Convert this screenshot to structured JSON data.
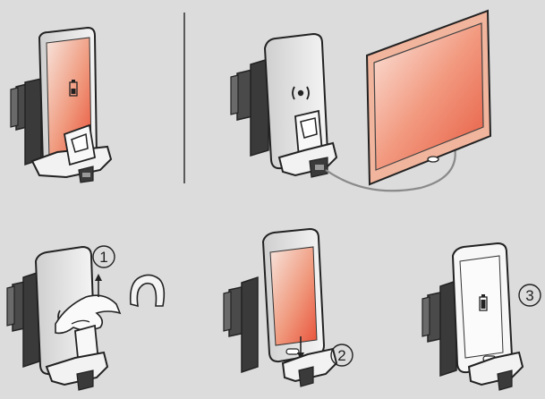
{
  "steps": [
    {
      "number": "1",
      "action": "lift-and-remove-cover"
    },
    {
      "number": "2",
      "action": "insert-phone-into-dock"
    },
    {
      "number": "3",
      "action": "phone-charging-in-dock"
    }
  ],
  "icons": {
    "battery": "battery-icon",
    "wireless": "wireless-charging-icon",
    "arrow_up": "arrow-up-icon",
    "arrow_down": "arrow-down-icon"
  },
  "colors": {
    "background": "#dcdcdc",
    "outline": "#222222",
    "device_body": "#f2f2f2",
    "device_dark": "#3a3a3a",
    "screen_hot": "#e8523a",
    "screen_cool": "#f7e4dc",
    "cable": "#8a8a8a"
  }
}
